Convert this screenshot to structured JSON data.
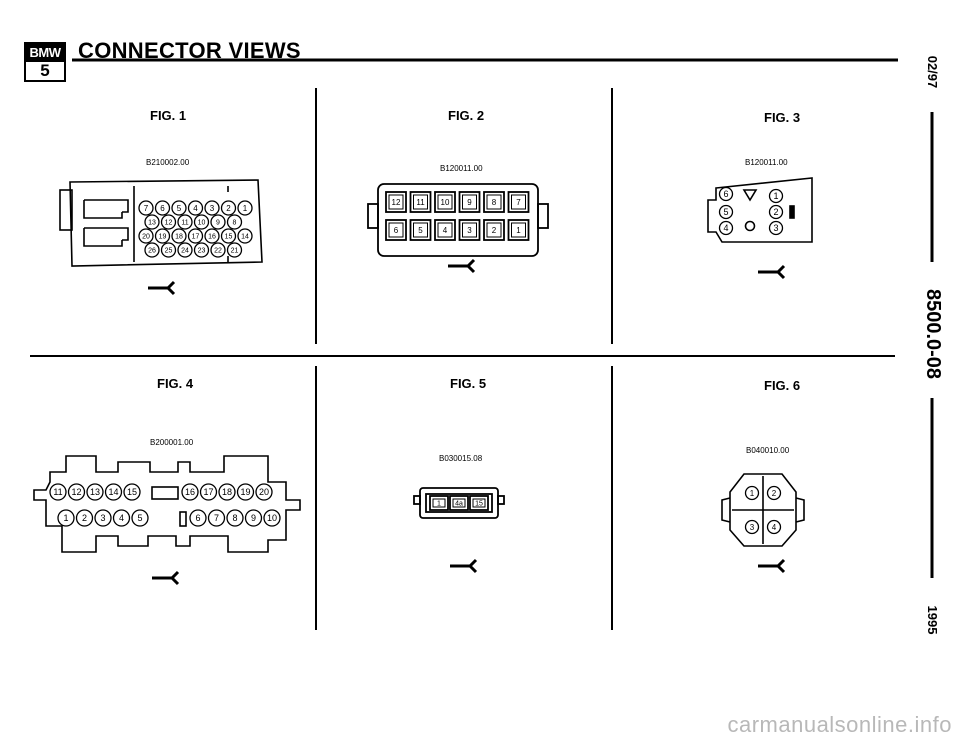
{
  "header": {
    "logo_top": "BMW",
    "logo_bottom": "5",
    "title": "CONNECTOR VIEWS"
  },
  "figures": [
    {
      "label": "FIG. 1",
      "code": "B210002.00",
      "pins_row1": [
        "7",
        "6",
        "5",
        "4",
        "3",
        "2",
        "1"
      ],
      "pins_row2": [
        "13",
        "12",
        "11",
        "10",
        "9",
        "8"
      ],
      "pins_row3": [
        "20",
        "19",
        "18",
        "17",
        "16",
        "15",
        "14"
      ],
      "pins_row4": [
        "26",
        "25",
        "24",
        "23",
        "22",
        "21"
      ]
    },
    {
      "label": "FIG. 2",
      "code": "B120011.00",
      "pins_row1": [
        "12",
        "11",
        "10",
        "9",
        "8",
        "7"
      ],
      "pins_row2": [
        "6",
        "5",
        "4",
        "3",
        "2",
        "1"
      ]
    },
    {
      "label": "FIG. 3",
      "code": "B120011.00",
      "pins": [
        "6",
        "1",
        "5",
        "2",
        "4",
        "3"
      ]
    },
    {
      "label": "FIG. 4",
      "code": "B200001.00",
      "pins_row1a": [
        "11",
        "12",
        "13",
        "14",
        "15"
      ],
      "pins_row1b": [
        "16",
        "17",
        "18",
        "19",
        "20"
      ],
      "pins_row2a": [
        "1",
        "2",
        "3",
        "4",
        "5"
      ],
      "pins_row2b": [
        "6",
        "7",
        "8",
        "9",
        "10"
      ]
    },
    {
      "label": "FIG. 5",
      "code": "B030015.08",
      "pins": [
        "1",
        "4a",
        "15"
      ]
    },
    {
      "label": "FIG. 6",
      "code": "B040010.00",
      "pins": [
        "1",
        "2",
        "3",
        "4"
      ]
    }
  ],
  "side": {
    "date": "02/97",
    "section": "8500.0-08",
    "year": "1995"
  },
  "footer": {
    "watermark": "carmanualsonline.info"
  }
}
